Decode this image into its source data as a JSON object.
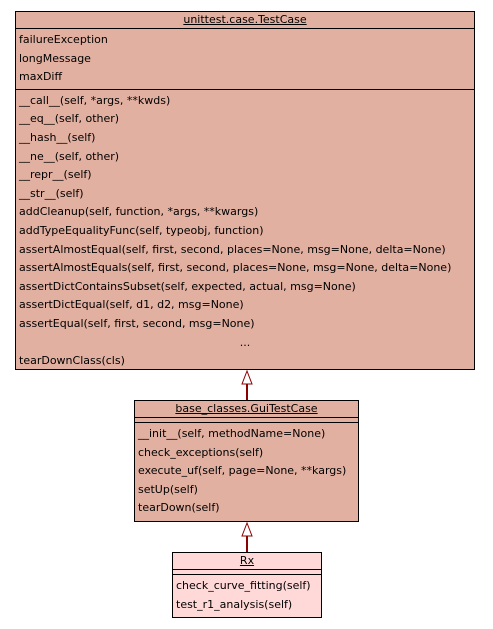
{
  "classes": {
    "testcase": {
      "name": "unittest.case.TestCase",
      "attributes": [
        "failureException",
        "longMessage",
        "maxDiff"
      ],
      "operations": [
        "__call__(self, *args, **kwds)",
        "__eq__(self, other)",
        "__hash__(self)",
        "__ne__(self, other)",
        "__repr__(self)",
        "__str__(self)",
        "addCleanup(self, function, *args, **kwargs)",
        "addTypeEqualityFunc(self, typeobj, function)",
        "assertAlmostEqual(self, first, second, places=None, msg=None, delta=None)",
        "assertAlmostEquals(self, first, second, places=None, msg=None, delta=None)",
        "assertDictContainsSubset(self, expected, actual, msg=None)",
        "assertDictEqual(self, d1, d2, msg=None)",
        "assertEqual(self, first, second, msg=None)",
        "...",
        "tearDownClass(cls)"
      ]
    },
    "guitestcase": {
      "name": "base_classes.GuiTestCase",
      "attributes": [],
      "operations": [
        "__init__(self, methodName=None)",
        "check_exceptions(self)",
        "execute_uf(self, page=None, **kargs)",
        "setUp(self)",
        "tearDown(self)"
      ]
    },
    "rx": {
      "name": "Rx",
      "attributes": [],
      "operations": [
        "check_curve_fitting(self)",
        "test_r1_analysis(self)"
      ]
    }
  },
  "colors": {
    "base_fill": "#e2b0a1",
    "leaf_fill": "#ffd8d8",
    "edge": "#8b0000"
  }
}
